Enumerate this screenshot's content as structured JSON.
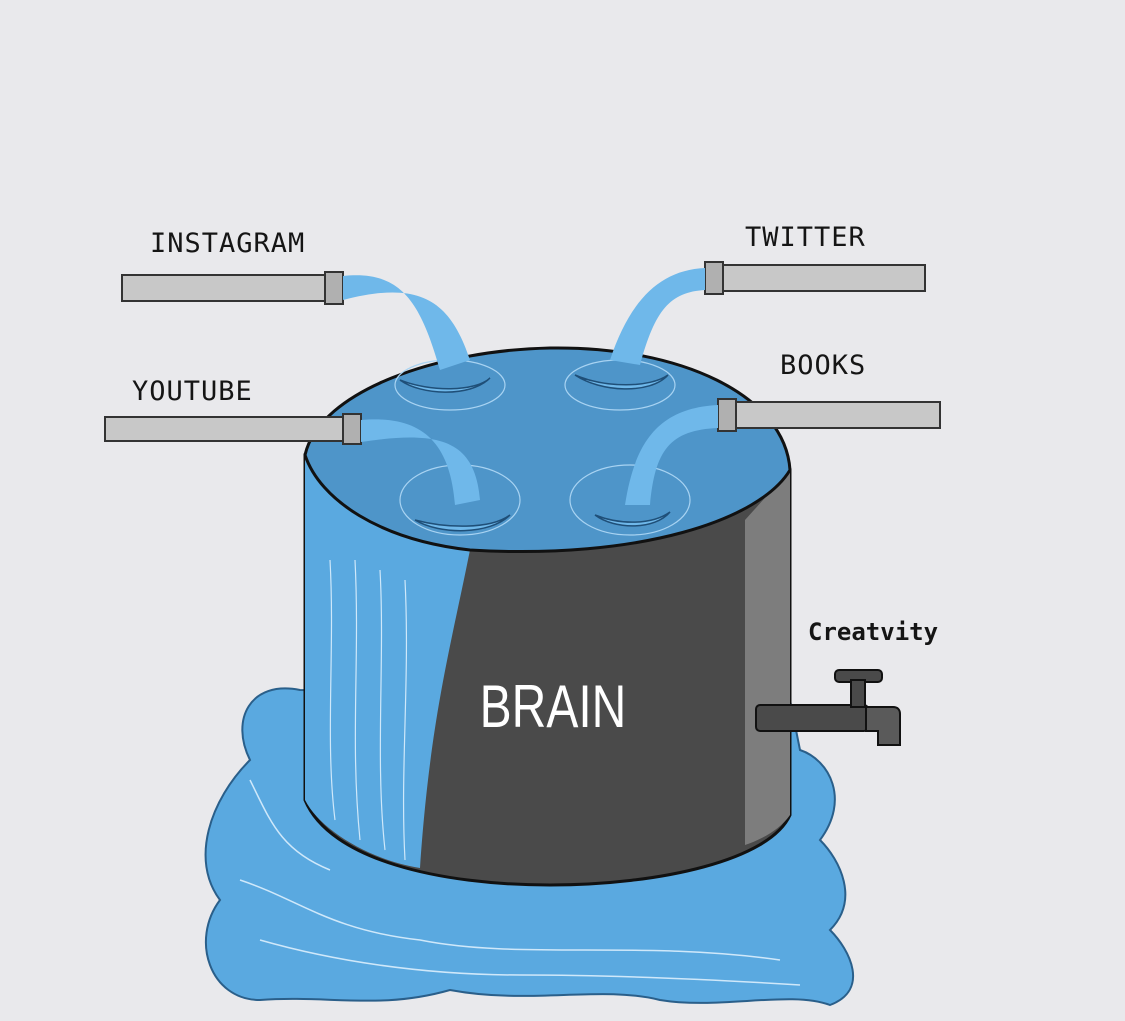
{
  "labels": {
    "instagram": "INSTAGRAM",
    "twitter": "TWITTER",
    "youtube": "YOUTUBE",
    "books": "BOOKS",
    "brain": "BRAIN",
    "creativity": "Creatvity"
  },
  "colors": {
    "background": "#e9e9ec",
    "water": "#5aa9e0",
    "water_top": "#4e95c9",
    "tank": "#4a4a4a",
    "pipe": "#c8c8c8"
  }
}
